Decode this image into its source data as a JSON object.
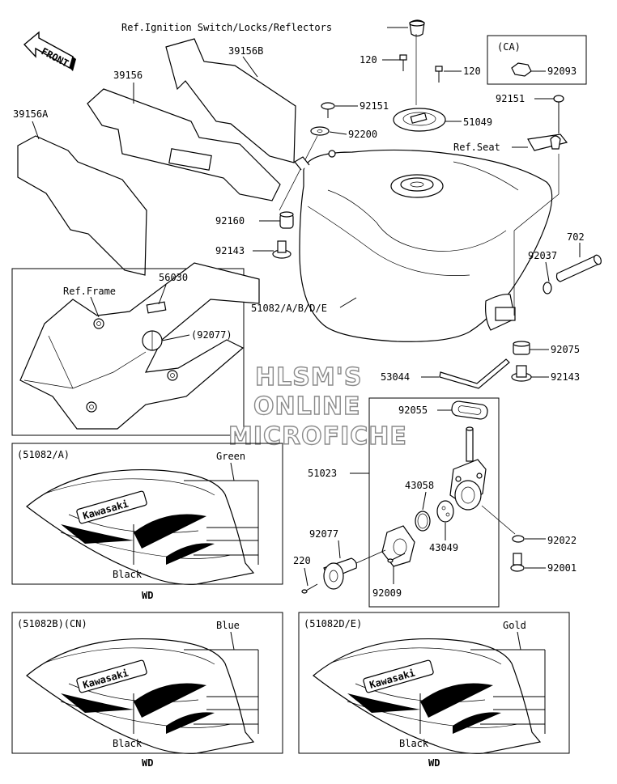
{
  "labels": {
    "ref_ignition": "Ref.Ignition Switch/Locks/Reflectors",
    "front": "FRONT",
    "p39156B": "39156B",
    "p39156": "39156",
    "p39156A": "39156A",
    "p120a": "120",
    "p120b": "120",
    "p92151a": "92151",
    "p92200": "92200",
    "p51049": "51049",
    "p92160": "92160",
    "p92143a": "92143",
    "ca": "(CA)",
    "p92093": "92093",
    "p92151b": "92151",
    "ref_seat": "Ref.Seat",
    "p702": "702",
    "p92037": "92037",
    "p51082": "51082/A/B/D/E",
    "p92075": "92075",
    "p92143b": "92143",
    "p53044": "53044",
    "p92055": "92055",
    "p51023": "51023",
    "p43058": "43058",
    "p43049": "43049",
    "p92077b": "92077",
    "p220": "220",
    "p92009": "92009",
    "p92022": "92022",
    "p92001": "92001"
  },
  "frame_inset": {
    "p56030": "56030",
    "ref_frame": "Ref.Frame",
    "p92077": "(92077)"
  },
  "watermark": [
    "HLSM'S",
    "ONLINE",
    "MICROFICHE"
  ],
  "color_variants": [
    {
      "code": "(51082/A)",
      "color": "Green",
      "base": "Black",
      "market": "WD",
      "brand": "Kawasaki"
    },
    {
      "code": "(51082B)(CN)",
      "color": "Blue",
      "base": "Black",
      "market": "WD",
      "brand": "Kawasaki"
    },
    {
      "code": "(51082D/E)",
      "color": "Gold",
      "base": "Black",
      "market": "WD",
      "brand": "Kawasaki"
    }
  ]
}
